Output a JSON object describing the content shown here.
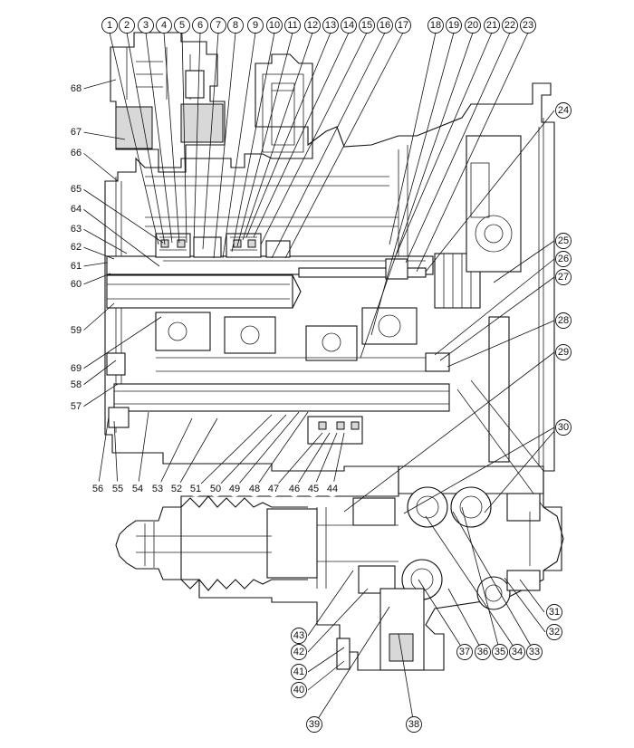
{
  "callouts": {
    "top": [
      "1",
      "2",
      "3",
      "4",
      "5",
      "6",
      "7",
      "8",
      "9",
      "10",
      "11",
      "12",
      "13",
      "14",
      "15",
      "16",
      "17",
      "18",
      "19",
      "20",
      "21",
      "22",
      "23"
    ],
    "right": [
      "24",
      "25",
      "26",
      "27",
      "28",
      "29",
      "30",
      "31",
      "32"
    ],
    "bottom_right": [
      "33",
      "34",
      "35",
      "36",
      "37"
    ],
    "bottom": [
      "38",
      "39"
    ],
    "lower_left": [
      "40",
      "41",
      "42",
      "43"
    ],
    "bottom_row": [
      "44",
      "45",
      "46",
      "47",
      "48",
      "49",
      "50",
      "51",
      "52",
      "53",
      "54",
      "55",
      "56"
    ],
    "left": [
      "57",
      "58",
      "69",
      "59",
      "60",
      "61",
      "62",
      "63",
      "64",
      "65",
      "66",
      "67",
      "68"
    ]
  }
}
